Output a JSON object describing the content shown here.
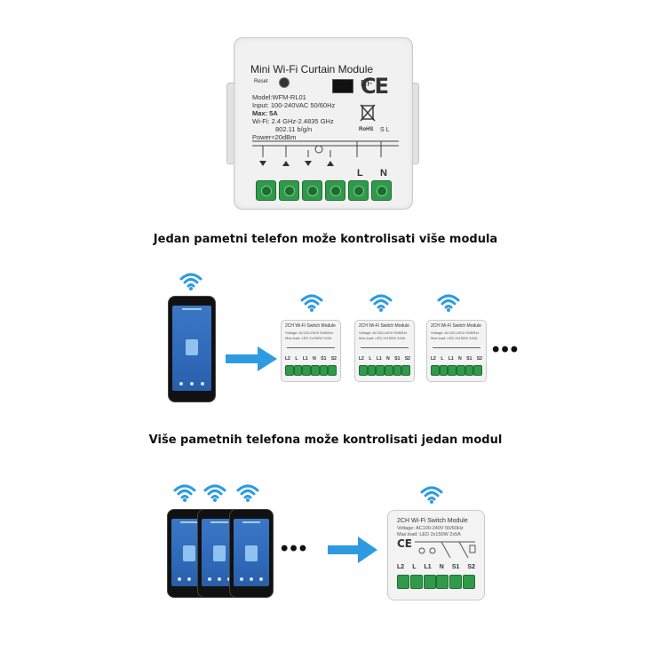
{
  "big_module": {
    "title": "Mini  Wi-Fi Curtain Module",
    "reset_label": "Reset",
    "rf_label": "RF",
    "ce_mark": "CE",
    "model": "Model:WFM-RL01",
    "input": "Input: 100-240VAC 50/60Hz",
    "max": "Max: 5A",
    "wifi": "Wi-Fi: 2.4 GHz-2.4835 GHz",
    "wifi_std": "802.11 b/g/n",
    "power": "Power<20dBm",
    "rohs": "RoHS",
    "sl": "S  L",
    "term_labels": [
      "L",
      "N"
    ]
  },
  "captions": {
    "one_to_many": "Jedan pametni telefon može kontrolisati više modula",
    "many_to_one": "Više pametnih telefona može kontrolisati jedan modul"
  },
  "small_module": {
    "title": "2CH Wi-Fi Switch Module",
    "voltage": "Voltage:  AC100-240V 50/60Hz",
    "maxload": "Max.load:  LED 2x150W  2x5A",
    "ce": "CE",
    "terminals": [
      "L2",
      "L",
      "L1",
      "N",
      "S1",
      "S2"
    ]
  },
  "ellipsis": "•••",
  "colors": {
    "arrow": "#2e9be0",
    "terminal": "#2f9a4a",
    "wifi": "#2e9be0"
  }
}
